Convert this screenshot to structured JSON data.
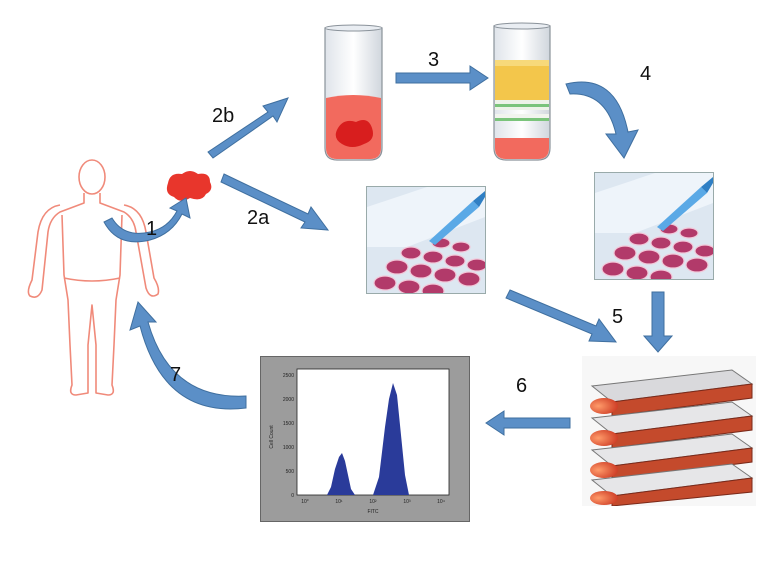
{
  "steps": {
    "s1": "1",
    "s2a": "2a",
    "s2b": "2b",
    "s3": "3",
    "s4": "4",
    "s5": "5",
    "s6": "6",
    "s7": "7"
  },
  "histogram": {
    "ylabel": "Cell Count",
    "xlabel": "FITC",
    "yticks": [
      "0",
      "500",
      "1000",
      "1500",
      "2000",
      "2500"
    ],
    "xticks": [
      "10°",
      "10¹",
      "10²",
      "10³",
      "10⁴"
    ]
  },
  "colors": {
    "arrow": "#5b8fc7",
    "arrow_dark": "#3f6f9f",
    "tissue": "#e8362c",
    "body_outline": "#f08a7a",
    "liquid_red": "#f26a5e",
    "layer_yellow": "#f3c64b",
    "layer_green": "#7bc47b",
    "histo_fill": "#2a3b9a"
  }
}
